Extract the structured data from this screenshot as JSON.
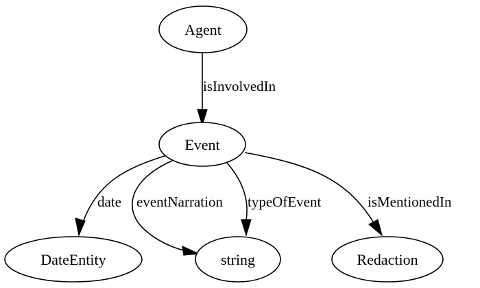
{
  "nodes": {
    "agent": "Agent",
    "event": "Event",
    "date_entity": "DateEntity",
    "string": "string",
    "redaction": "Redaction"
  },
  "edges": {
    "is_involved_in": "isInvolvedIn",
    "date": "date",
    "event_narration": "eventNarration",
    "type_of_event": "typeOfEvent",
    "is_mentioned_in": "isMentionedIn"
  }
}
